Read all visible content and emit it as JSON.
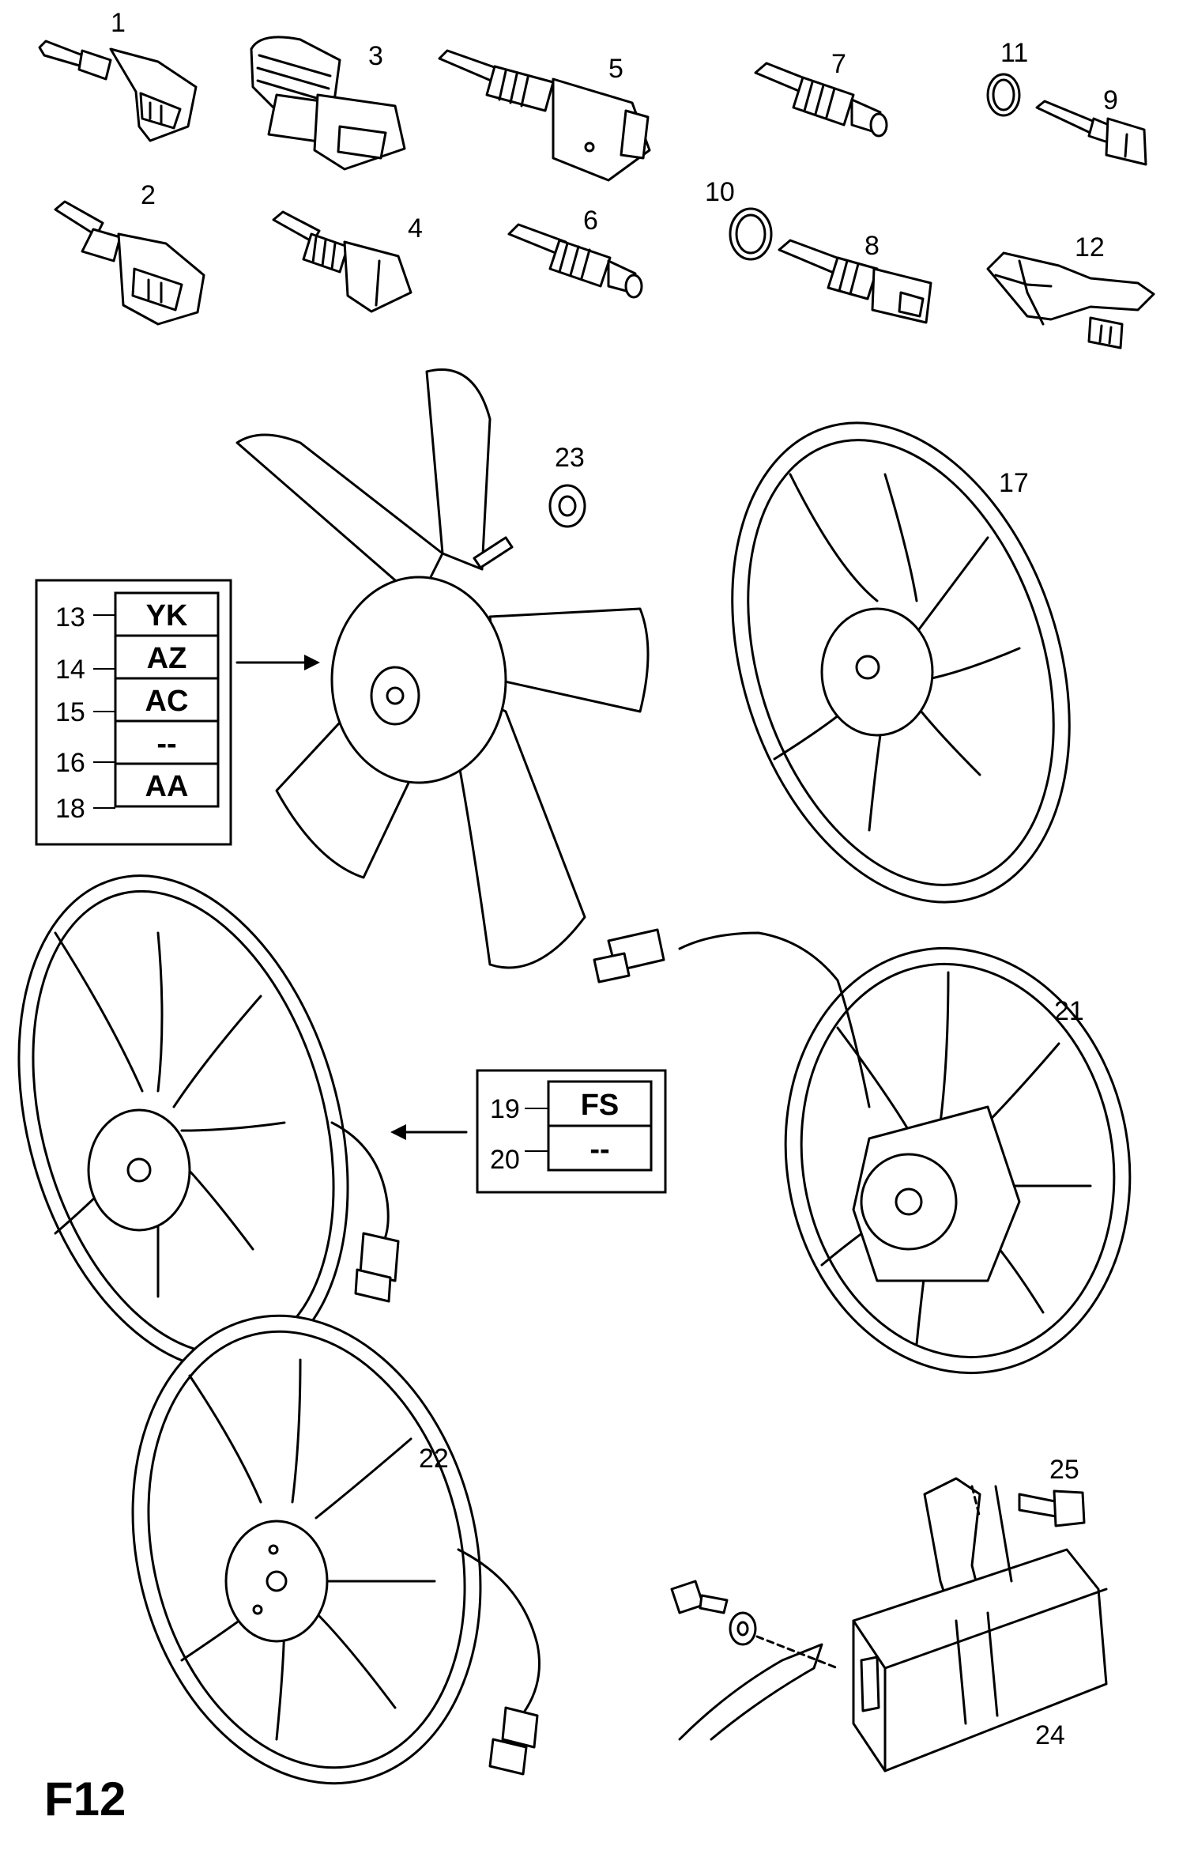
{
  "sheet": {
    "id": "F12"
  },
  "part_labels": {
    "p1": "1",
    "p2": "2",
    "p3": "3",
    "p4": "4",
    "p5": "5",
    "p6": "6",
    "p7": "7",
    "p8": "8",
    "p9": "9",
    "p10": "10",
    "p11": "11",
    "p12": "12",
    "p17": "17",
    "p21": "21",
    "p22": "22",
    "p23": "23",
    "p24": "24",
    "p25": "25"
  },
  "code_table_1": {
    "rows": [
      {
        "num": "13",
        "code": "YK"
      },
      {
        "num": "14",
        "code": "AZ"
      },
      {
        "num": "15",
        "code": "AC"
      },
      {
        "num": "16",
        "code": "--"
      },
      {
        "num": "18",
        "code": "AA"
      }
    ]
  },
  "code_table_2": {
    "rows": [
      {
        "num": "19",
        "code": "FS"
      },
      {
        "num": "20",
        "code": "--"
      }
    ]
  },
  "icons": [
    "sensor-icon",
    "fan-icon",
    "fan-shroud-icon",
    "connector-icon",
    "resistor-icon",
    "bolt-icon",
    "nut-icon",
    "washer-icon",
    "arrow-icon"
  ]
}
